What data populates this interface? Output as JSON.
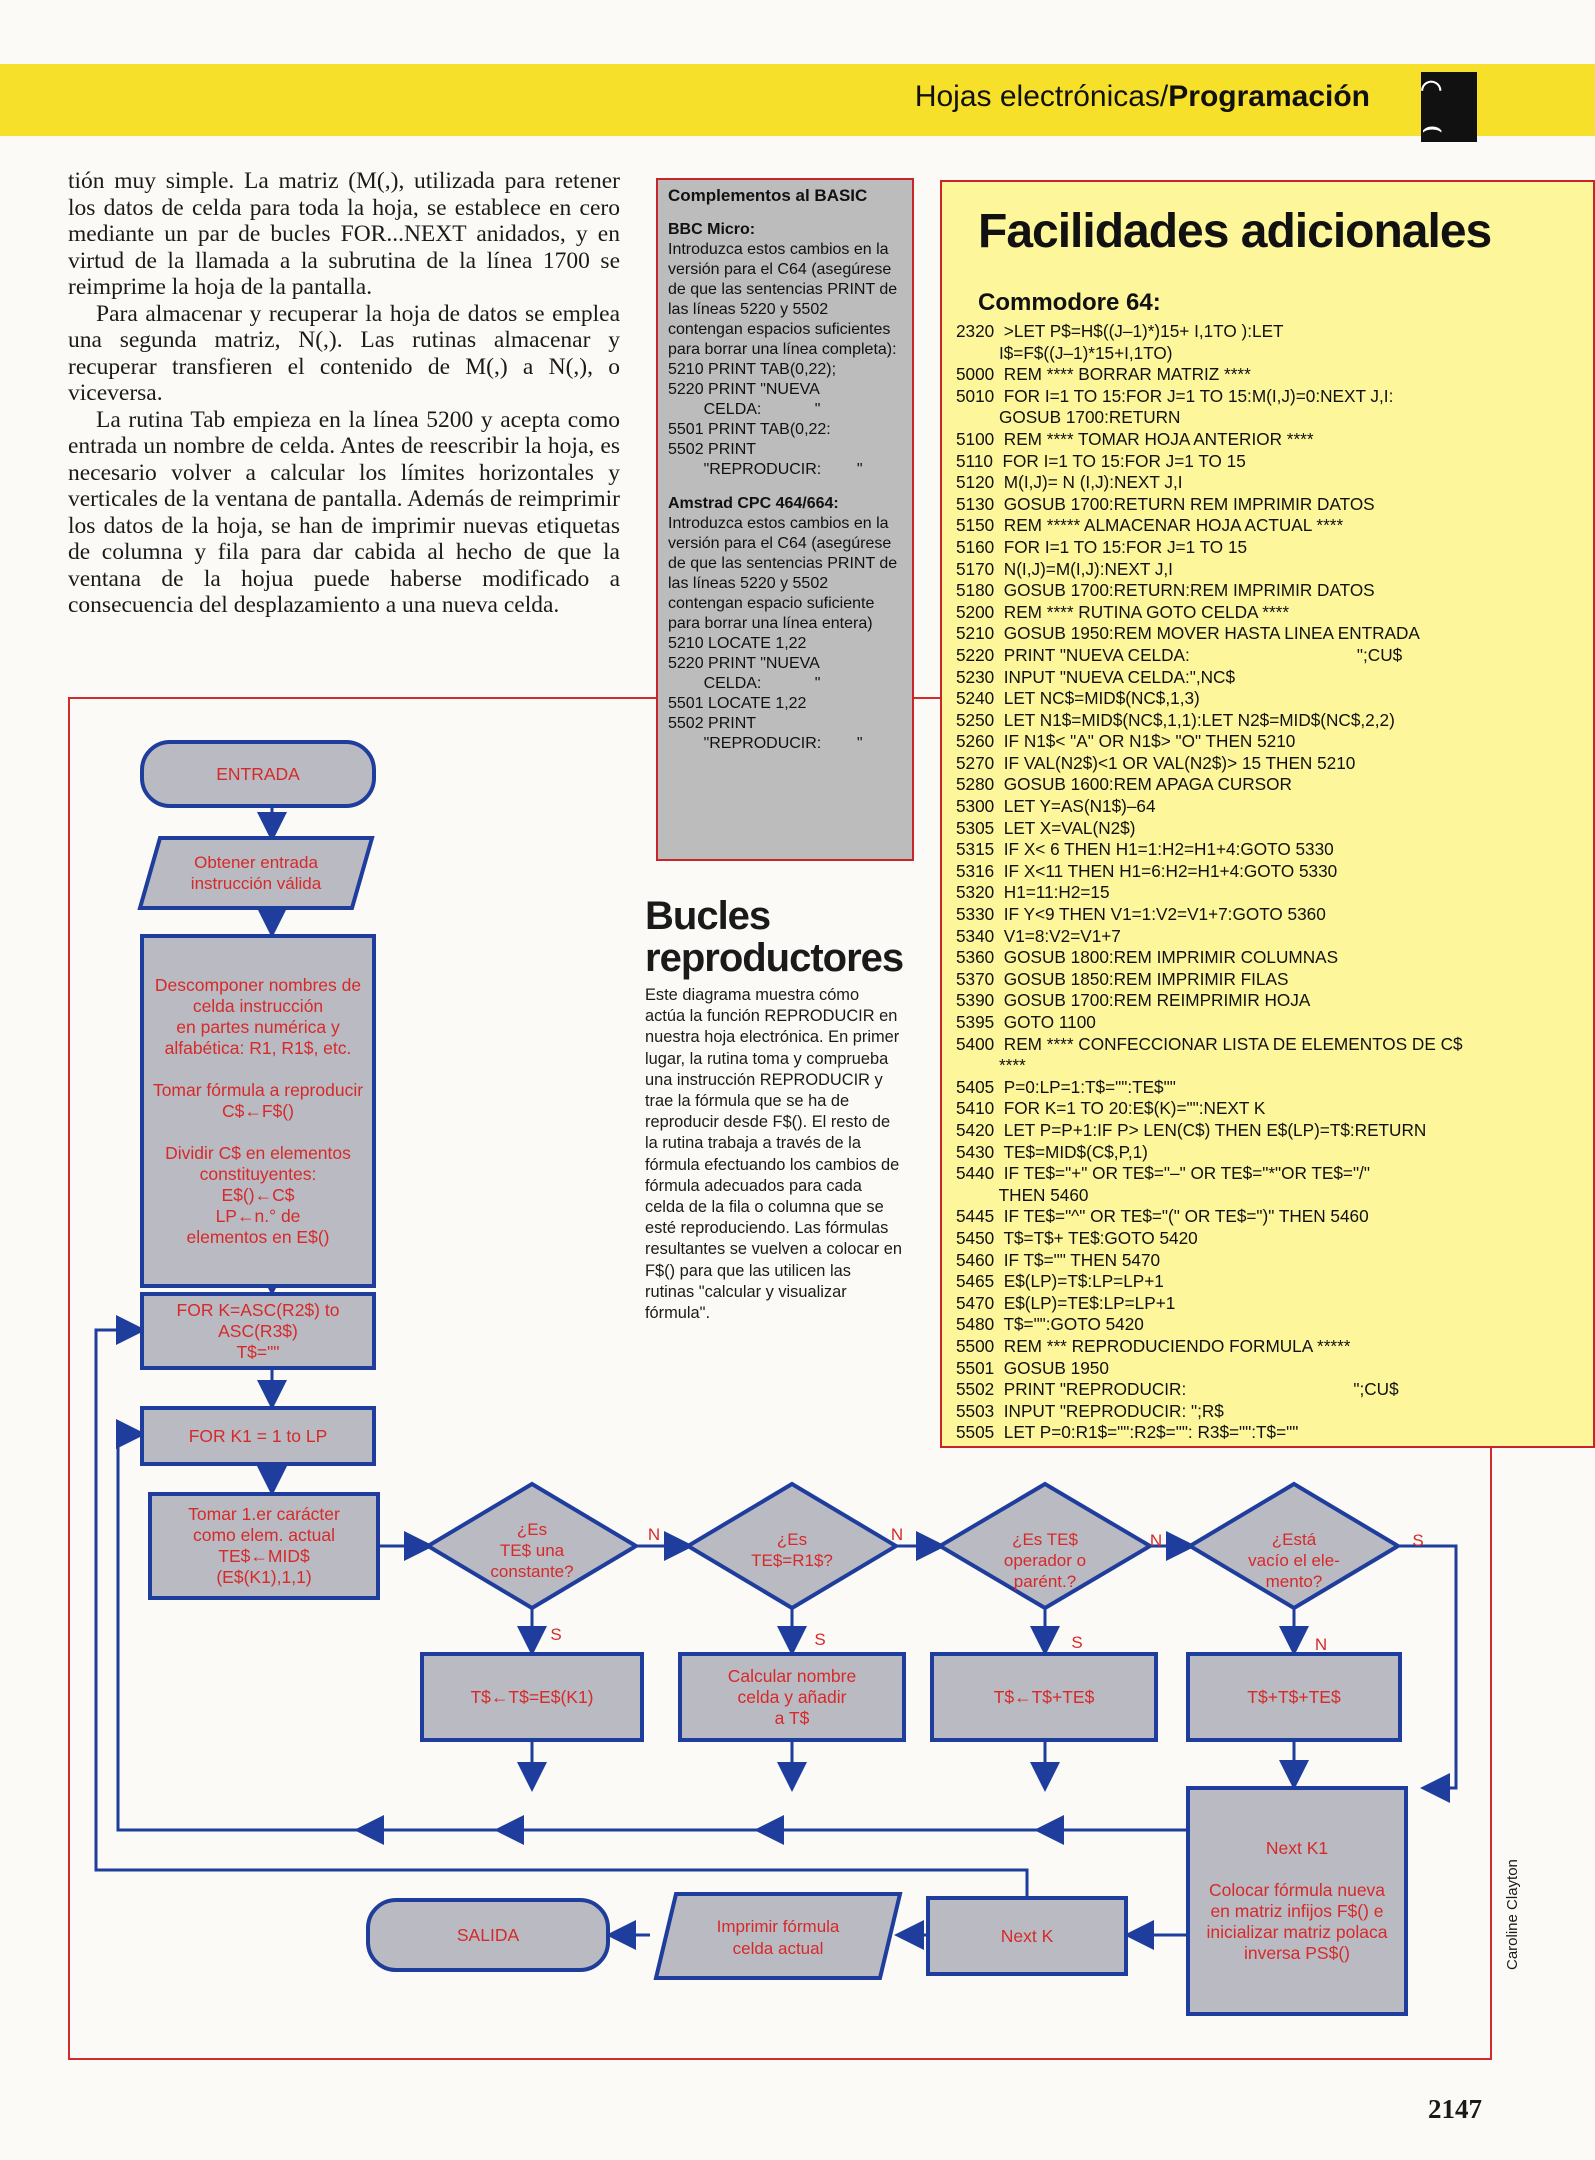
{
  "header": {
    "section": "Hojas electrónicas/",
    "topic": "Programación",
    "logo": "⌒ ⌢"
  },
  "body": {
    "paragraphs": [
      "tión muy simple. La matriz (M(,), utilizada para retener los datos de celda para toda la hoja, se establece en cero mediante un par de bucles FOR...NEXT anidados, y en virtud de la llamada a la subrutina de la línea 1700 se reimprime la hoja de la pantalla.",
      "Para almacenar y recuperar la hoja de datos se emplea una segunda matriz, N(,). Las rutinas almacenar y recuperar transfieren el contenido de M(,) a N(,), o viceversa.",
      "La rutina Tab empieza en la línea 5200 y acepta como entrada un nombre de celda. Antes de reescribir la hoja, es necesario volver a calcular los límites horizontales y verticales de la ventana de pantalla. Además de reimprimir los datos de la hoja, se han de imprimir nuevas etiquetas de columna y fila para dar cabida al hecho de que la ventana de la hojua puede haberse modificado a consecuencia del desplazamiento a una nueva celda."
    ]
  },
  "basic_box": {
    "title": "Complementos al BASIC",
    "bbc_title": "BBC Micro:",
    "bbc_intro": "Introduzca estos cambios en la versión para el C64 (asegúrese de que las sentencias PRINT de las líneas 5220 y 5502 contengan espacios suficientes para borrar una línea completa):",
    "bbc_code": "5210 PRINT TAB(0,22);\n5220 PRINT \"NUEVA\n        CELDA:            \"\n5501 PRINT TAB(0,22:\n5502 PRINT\n        \"REPRODUCIR:        \"",
    "amstrad_title": "Amstrad CPC 464/664:",
    "amstrad_intro": "Introduzca estos cambios en la versión para el C64 (asegúrese de que las sentencias PRINT de las líneas 5220 y 5502 contengan espacio suficiente para borrar una línea entera)",
    "amstrad_code": "5210 LOCATE 1,22\n5220 PRINT \"NUEVA\n        CELDA:            \"\n5501 LOCATE 1,22\n5502 PRINT\n        \"REPRODUCIR:        \""
  },
  "facilidades": {
    "title": "Facilidades adicionales",
    "subtitle": "Commodore 64:",
    "code": "2320  >LET P$=H$((J–1)*)15+ I,1TO ):LET\n         I$=F$((J–1)*15+I,1TO)\n5000  REM **** BORRAR MATRIZ ****\n5010  FOR I=1 TO 15:FOR J=1 TO 15:M(I,J)=0:NEXT J,I:\n         GOSUB 1700:RETURN\n5100  REM **** TOMAR HOJA ANTERIOR ****\n5110  FOR I=1 TO 15:FOR J=1 TO 15\n5120  M(I,J)= N (I,J):NEXT J,I\n5130  GOSUB 1700:RETURN REM IMPRIMIR DATOS\n5150  REM ***** ALMACENAR HOJA ACTUAL ****\n5160  FOR I=1 TO 15:FOR J=1 TO 15\n5170  N(I,J)=M(I,J):NEXT J,I\n5180  GOSUB 1700:RETURN:REM IMPRIMIR DATOS\n5200  REM **** RUTINA GOTO CELDA ****\n5210  GOSUB 1950:REM MOVER HASTA LINEA ENTRADA\n5220  PRINT \"NUEVA CELDA:                                   \";CU$\n5230  INPUT \"NUEVA CELDA:\",NC$\n5240  LET NC$=MID$(NC$,1,3)\n5250  LET N1$=MID$(NC$,1,1):LET N2$=MID$(NC$,2,2)\n5260  IF N1$< \"A\" OR N1$> \"O\" THEN 5210\n5270  IF VAL(N2$)<1 OR VAL(N2$)> 15 THEN 5210\n5280  GOSUB 1600:REM APAGA CURSOR\n5300  LET Y=AS(N1$)–64\n5305  LET X=VAL(N2$)\n5315  IF X< 6 THEN H1=1:H2=H1+4:GOTO 5330\n5316  IF X<11 THEN H1=6:H2=H1+4:GOTO 5330\n5320  H1=11:H2=15\n5330  IF Y<9 THEN V1=1:V2=V1+7:GOTO 5360\n5340  V1=8:V2=V1+7\n5360  GOSUB 1800:REM IMPRIMIR COLUMNAS\n5370  GOSUB 1850:REM IMPRIMIR FILAS\n5390  GOSUB 1700:REM REIMPRIMIR HOJA\n5395  GOTO 1100\n5400  REM **** CONFECCIONAR LISTA DE ELEMENTOS DE C$\n         ****\n5405  P=0:LP=1:T$=\"\":TE$\"\"\n5410  FOR K=1 TO 20:E$(K)=\"\":NEXT K\n5420  LET P=P+1:IF P> LEN(C$) THEN E$(LP)=T$:RETURN\n5430  TE$=MID$(C$,P,1)\n5440  IF TE$=\"+\" OR TE$=\"–\" OR TE$=\"*\"OR TE$=\"/\"\n         THEN 5460\n5445  IF TE$=\"^\" OR TE$=\"(\" OR TE$=\")\" THEN 5460\n5450  T$=T$+ TE$:GOTO 5420\n5460  IF T$=\"\" THEN 5470\n5465  E$(LP)=T$:LP=LP+1\n5470  E$(LP)=TE$:LP=LP+1\n5480  T$=\"\":GOTO 5420\n5500  REM *** REPRODUCIENDO FORMULA *****\n5501  GOSUB 1950\n5502  PRINT \"REPRODUCIR:                                   \";CU$\n5503  INPUT \"REPRODUCIR: \";R$\n5505  LET P=0:R1$=\"\":R2$=\"\": R3$=\"\":T$=\"\""
  },
  "bucles": {
    "title_line1": "Bucles",
    "title_line2": "reproductores",
    "text": "Este diagrama muestra cómo actúa la función REPRODUCIR en nuestra hoja electrónica. En primer lugar, la rutina toma y comprueba una instrucción REPRODUCIR y trae la fórmula que se ha de reproducir desde F$(). El resto de la rutina trabaja a través de la fórmula efectuando los cambios de fórmula adecuados para cada celda de la fila o columna que se esté reproduciendo. Las fórmulas resultantes se vuelven a colocar en F$() para que las utilicen las rutinas \"calcular y visualizar fórmula\"."
  },
  "flowchart": {
    "entrada": "ENTRADA",
    "obtener": [
      "Obtener entrada",
      "instrucción válida"
    ],
    "descomponer": [
      "Descomponer nombres de",
      "celda instrucción",
      "en partes numérica y",
      "alfabética: R1, R1$, etc.",
      "",
      "Tomar fórmula a reproducir",
      "C$←F$()",
      "",
      "Dividir C$ en elementos",
      "constituyentes:",
      "E$()←C$",
      "LP←n.° de",
      "elementos en E$()"
    ],
    "for_k": [
      "FOR K=ASC(R2$) to",
      "ASC(R3$)",
      "T$=\"\""
    ],
    "for_k1": "FOR K1 = 1 to LP",
    "tomar": [
      "Tomar 1.er carácter",
      "como elem. actual",
      "TE$←MID$",
      "(E$(K1),1,1)"
    ],
    "d1": [
      "¿Es",
      "TE$ una",
      "constante?"
    ],
    "d2": [
      "¿Es",
      "TE$=R1$?"
    ],
    "d3": [
      "¿Es TE$",
      "operador o",
      "parént.?"
    ],
    "d4": [
      "¿Está",
      "vacío el ele-",
      "mento?"
    ],
    "p1": "T$←T$=E$(K1)",
    "p2": [
      "Calcular nombre",
      "celda y añadir",
      "a T$"
    ],
    "p3": "T$←T$+TE$",
    "p4": "T$+T$+TE$",
    "next_k1": [
      "Next K1",
      "",
      "Colocar fórmula nueva",
      "en matriz infijos F$() e",
      "inicializar matriz polaca",
      "inversa PS$()"
    ],
    "next_k": "Next K",
    "imprimir": [
      "Imprimir fórmula",
      "celda actual"
    ],
    "salida": "SALIDA",
    "label_n": "N",
    "label_s": "S"
  },
  "credit": "Caroline Clayton",
  "page_number": "2147"
}
